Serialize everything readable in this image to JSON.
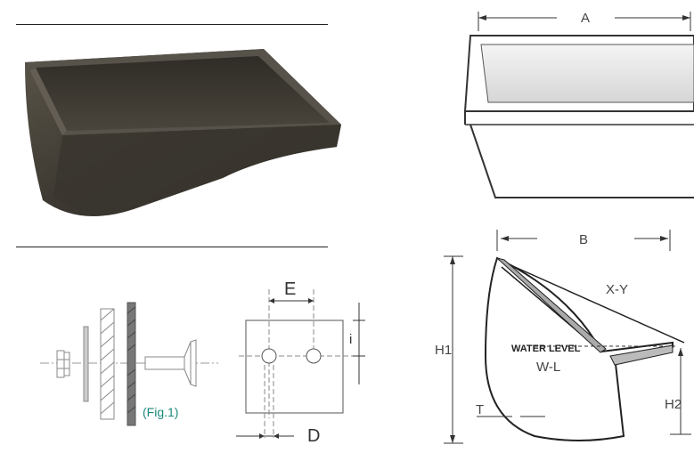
{
  "photo": {
    "subject": "steel bucket elevator bucket"
  },
  "bolt_diagram": {
    "fig_label": "(Fig.1)",
    "fig_label_color": "#1a8a7a"
  },
  "hole_pattern": {
    "dim_e": "E",
    "dim_i": "i",
    "dim_d": "D"
  },
  "front_view": {
    "dim_a": "A"
  },
  "side_view": {
    "dim_b": "B",
    "dim_xy": "X-Y",
    "water_level": "WATER LEVEL",
    "wl": "W-L",
    "dim_h1": "H1",
    "dim_h2": "H2",
    "dim_t": "T"
  }
}
